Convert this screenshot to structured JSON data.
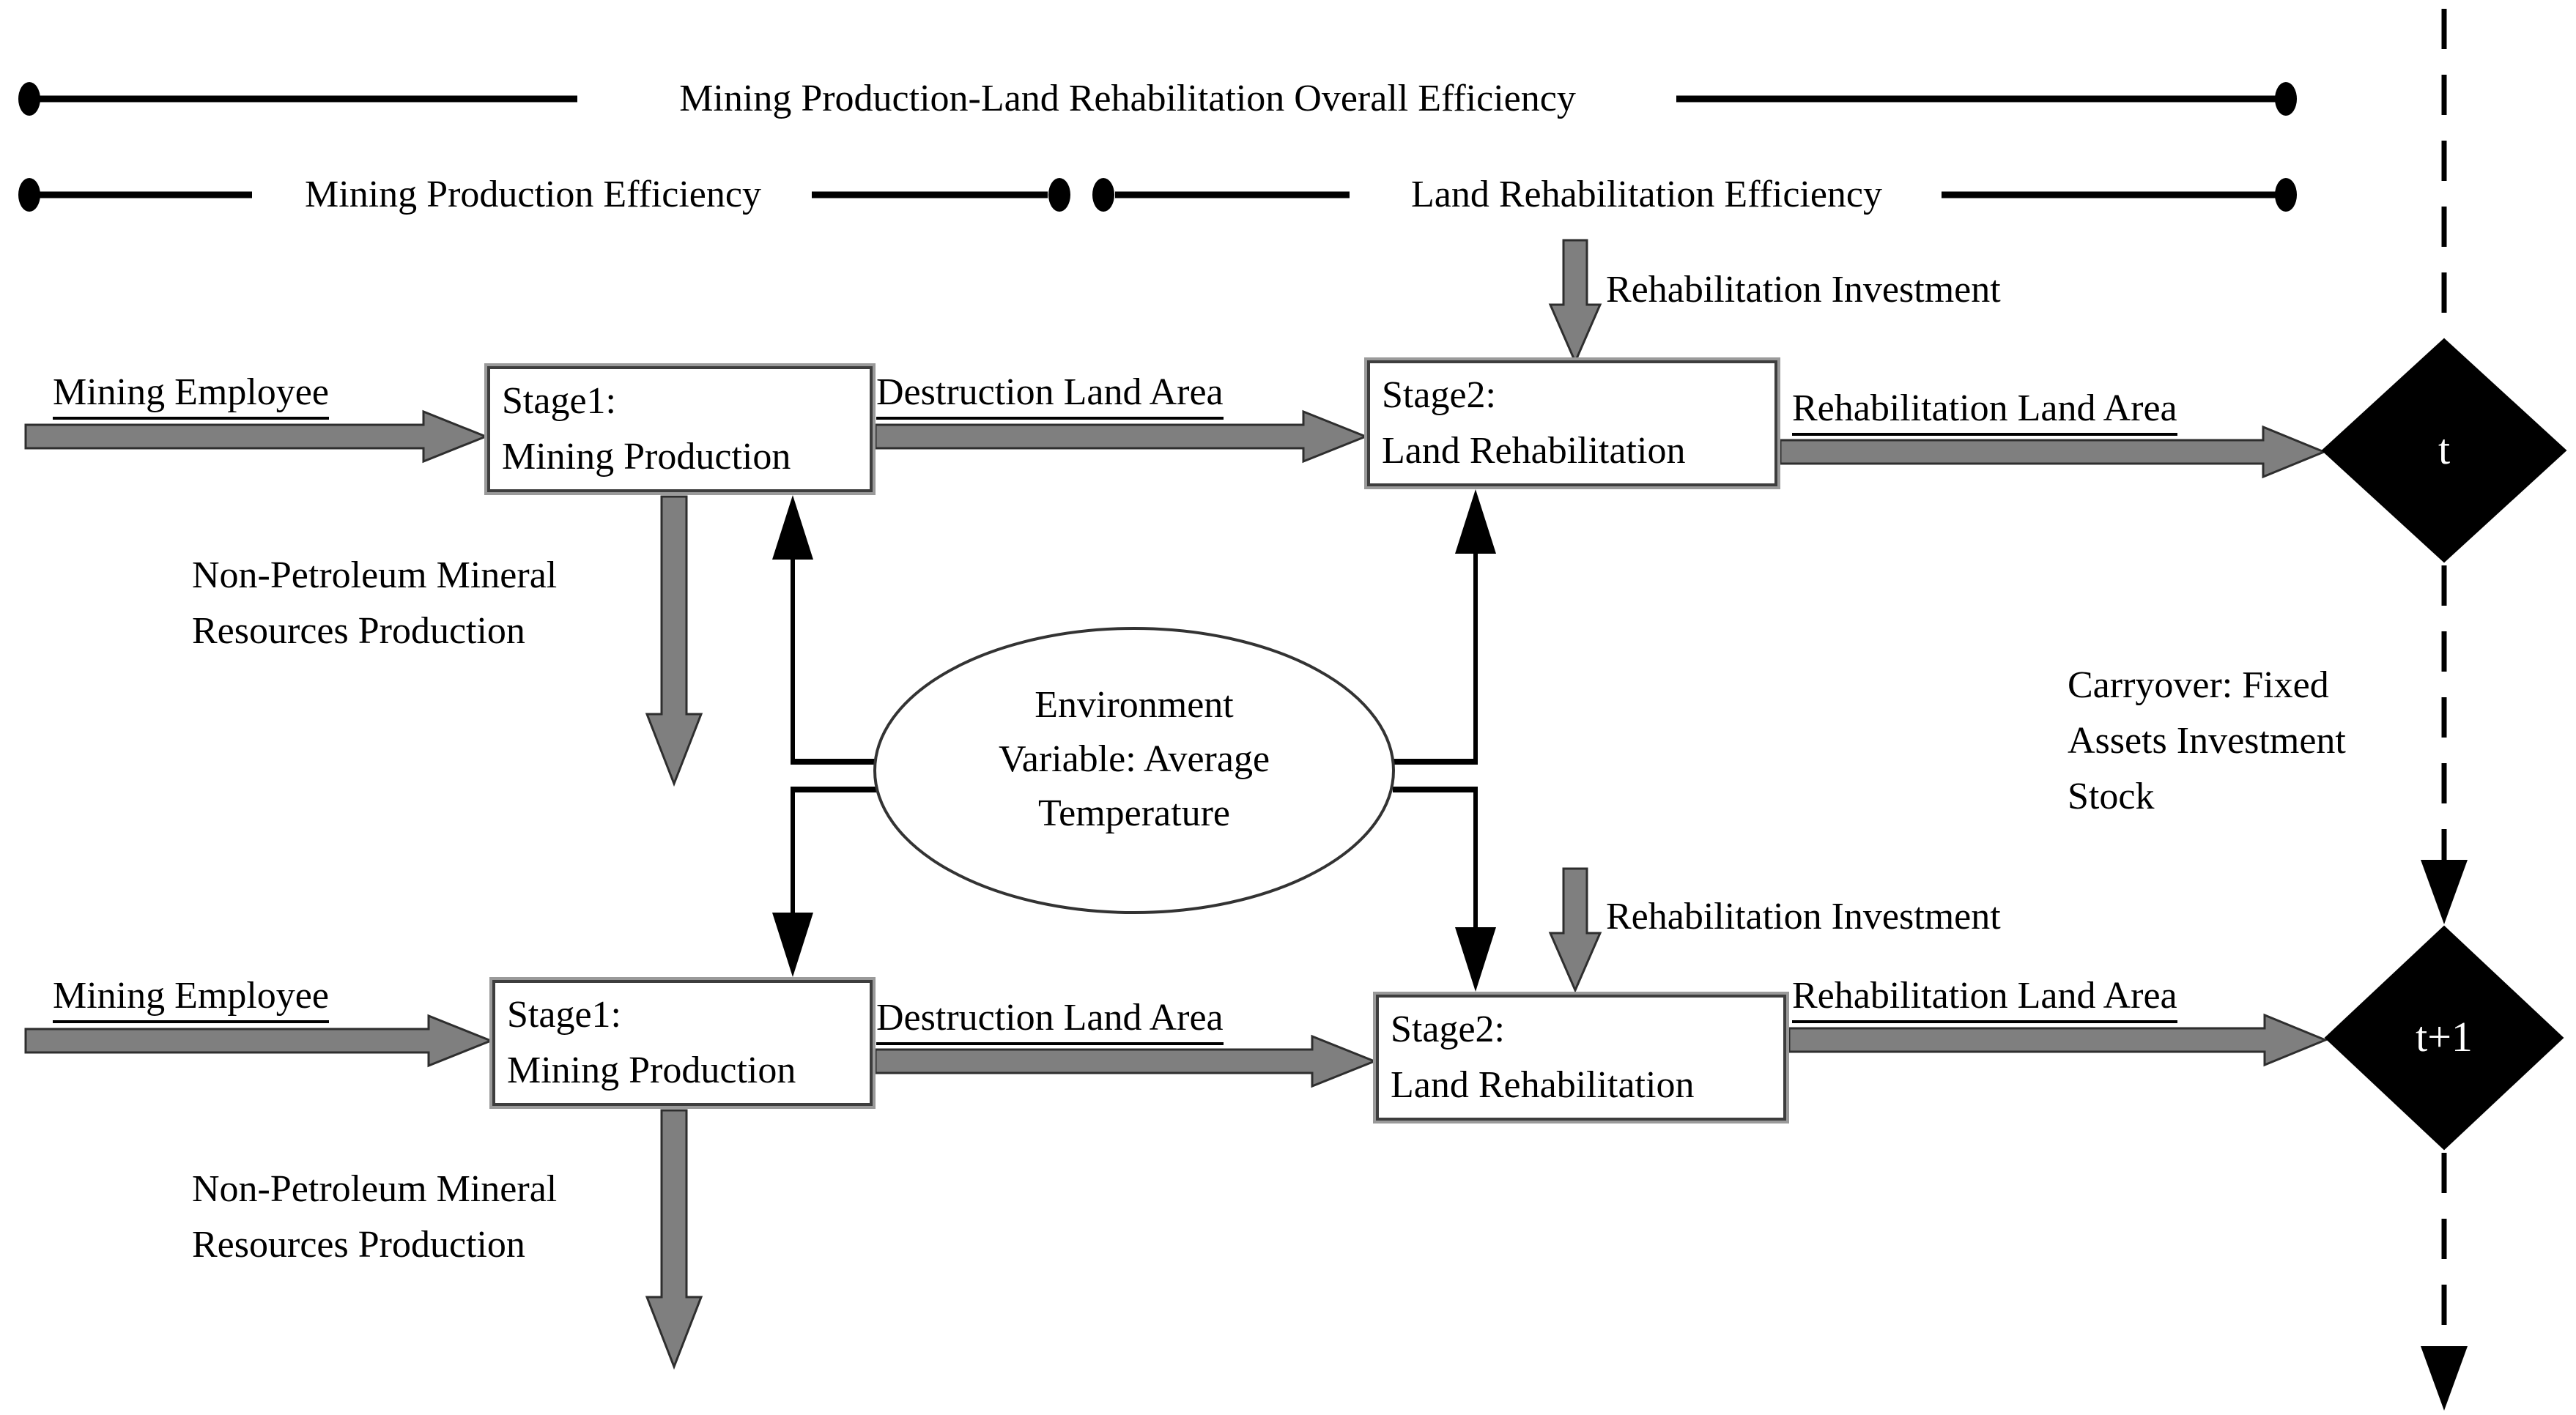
{
  "legend": {
    "overall_efficiency": "Mining Production-Land Rehabilitation Overall Efficiency",
    "mining_efficiency": "Mining Production Efficiency",
    "rehabilitation_efficiency": "Land Rehabilitation Efficiency"
  },
  "stages": {
    "stage1": {
      "line1": "Stage1:",
      "line2": "Mining Production"
    },
    "stage2": {
      "line1": "Stage2:",
      "line2": "Land Rehabilitation"
    }
  },
  "flows": {
    "mining_employee": "Mining Employee",
    "destruction_land_area": "Destruction Land Area",
    "rehabilitation_land_area": "Rehabilitation Land Area",
    "rehabilitation_investment": "Rehabilitation Investment",
    "non_petroleum_line1": "Non-Petroleum Mineral",
    "non_petroleum_line2": "Resources Production"
  },
  "environment": {
    "line1": "Environment",
    "line2": "Variable: Average",
    "line3": "Temperature"
  },
  "carryover": {
    "line1": "Carryover: Fixed",
    "line2": "Assets Investment",
    "line3": "Stock"
  },
  "periods": {
    "t": "t",
    "t_plus_1": "t+1"
  },
  "colors": {
    "arrow_gray": "#7f7f7f",
    "arrow_outline": "#2e2e2e",
    "line_black": "#000000",
    "box_border": "#3d3d3d",
    "box_shadow_gray": "#9a9a9a",
    "diamond_fill": "#000000",
    "diamond_text": "#ffffff"
  }
}
